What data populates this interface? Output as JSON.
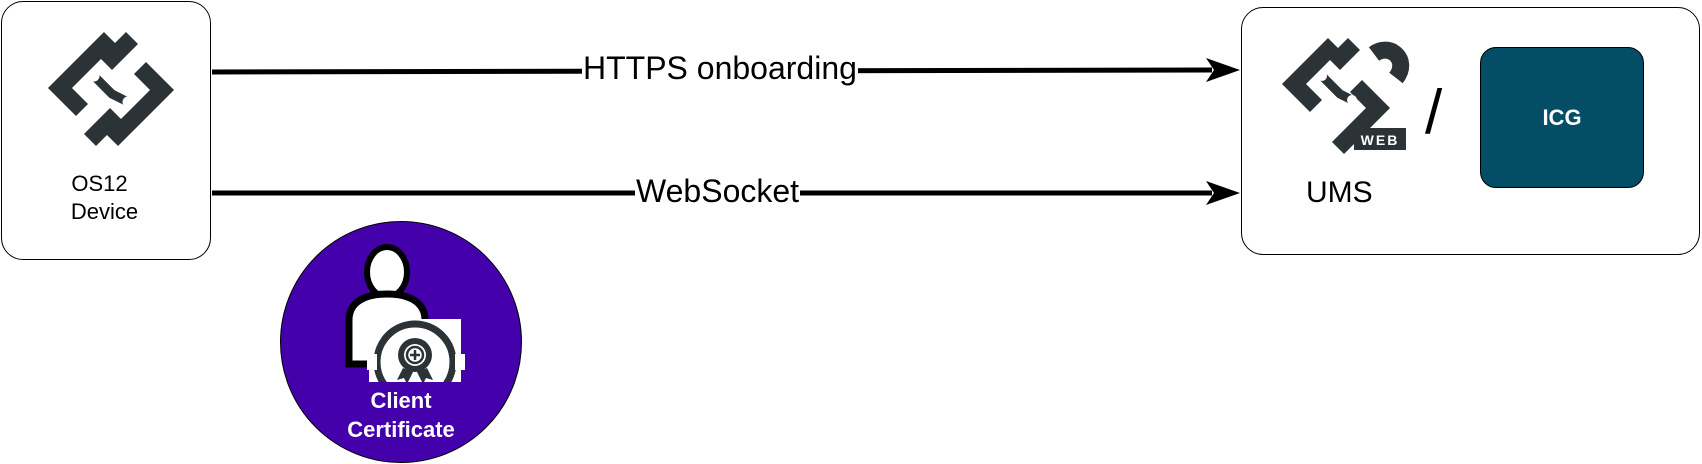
{
  "device": {
    "label_line1": "OS12",
    "label_line2": "Device"
  },
  "server": {
    "label": "UMS",
    "separator": "/",
    "web_badge": "WEB"
  },
  "icg": {
    "label": "ICG"
  },
  "edges": {
    "https": "HTTPS onboarding",
    "websocket": "WebSocket"
  },
  "certificate": {
    "label_line1": "Client",
    "label_line2": "Certificate"
  },
  "colors": {
    "icg_fill": "#034d67",
    "cert_fill": "#4400aa",
    "logo": "#2c3337"
  },
  "icons": {
    "device_logo": "os-logo-icon",
    "ums_logo": "ums-web-logo-icon",
    "cert": "user-certificate-icon"
  }
}
